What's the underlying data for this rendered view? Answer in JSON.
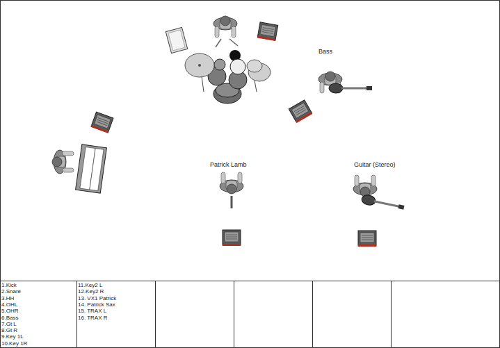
{
  "diagram": {
    "labels": [
      "Bass",
      "Patrick Lamb",
      "Guitar (Stereo)",
      "1.Kick",
      "2.Snare",
      "3.HH",
      "4.OHL",
      "5.OHR",
      "6.Bass",
      "7.Gt L",
      "8.Gt R",
      "9.Key 1L",
      "10.Key 1R",
      "11.Key2 L",
      "12.Key2 R",
      "13. VX1 Patrick",
      "14. Patrick Sax",
      "15. TRAX L",
      "16. TRAX R"
    ]
  }
}
